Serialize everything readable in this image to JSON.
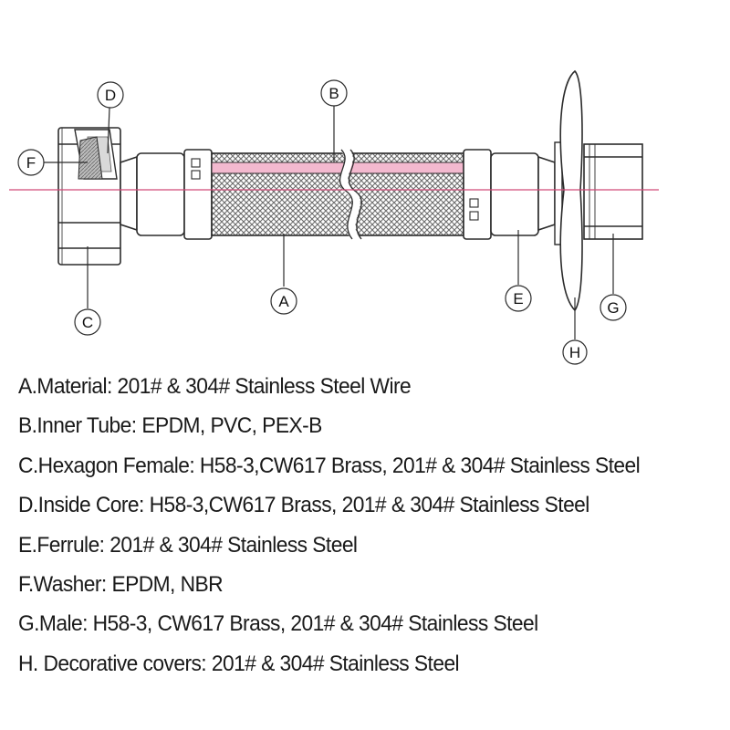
{
  "callouts": {
    "a": "A",
    "b": "B",
    "c": "C",
    "d": "D",
    "e": "E",
    "f": "F",
    "g": "G",
    "h": "H"
  },
  "specs": [
    "A.Material: 201# & 304# Stainless Steel Wire",
    "B.Inner Tube: EPDM, PVC, PEX-B",
    "C.Hexagon Female:  H58-3,CW617 Brass, 201# & 304# Stainless Steel",
    "D.Inside Core:  H58-3,CW617  Brass, 201# & 304# Stainless Steel",
    "E.Ferrule:  201# & 304# Stainless Steel",
    "F.Washer: EPDM, NBR",
    "G.Male:  H58-3, CW617 Brass, 201# & 304# Stainless Steel",
    "H. Decorative covers: 201# & 304# Stainless Steel"
  ],
  "colors": {
    "outline": "#2b2b2b",
    "centerline": "#d04a78",
    "inner_tube": "#f3b9cf",
    "braid": "#7a7a7a",
    "washer": "#9a9a9a"
  }
}
